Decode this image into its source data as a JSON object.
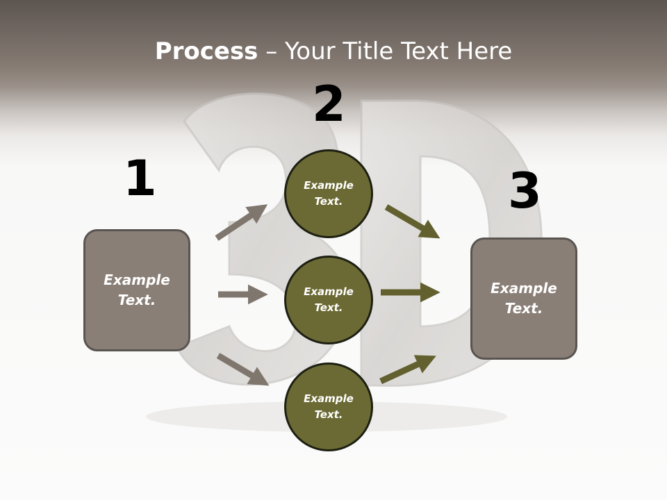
{
  "title": {
    "bold": "Process",
    "rest": " – Your Title Text Here"
  },
  "steps": [
    {
      "number": "1",
      "text": "Example Text."
    },
    {
      "number": "2",
      "items": [
        "Example Text.",
        "Example Text.",
        "Example Text."
      ]
    },
    {
      "number": "3",
      "text": "Example Text."
    }
  ],
  "colors": {
    "left_box": "#8a7f77",
    "circle_fill": "#6b6a34",
    "right_box": "#8a7f77",
    "gray_arrow": "#7f766e",
    "olive_arrow": "#62602f"
  }
}
